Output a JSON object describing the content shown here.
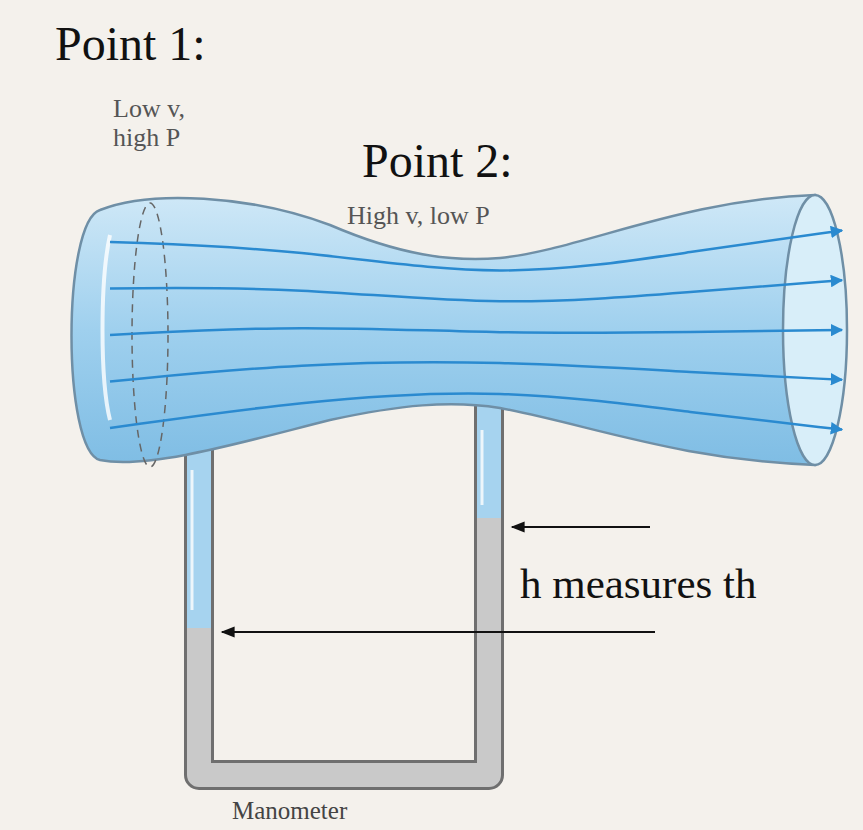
{
  "diagram": {
    "labels": [
      "Point 1:",
      "Low v, high P",
      "Point 2:",
      "High v, low P",
      "h measures th",
      "Manometer"
    ]
  }
}
